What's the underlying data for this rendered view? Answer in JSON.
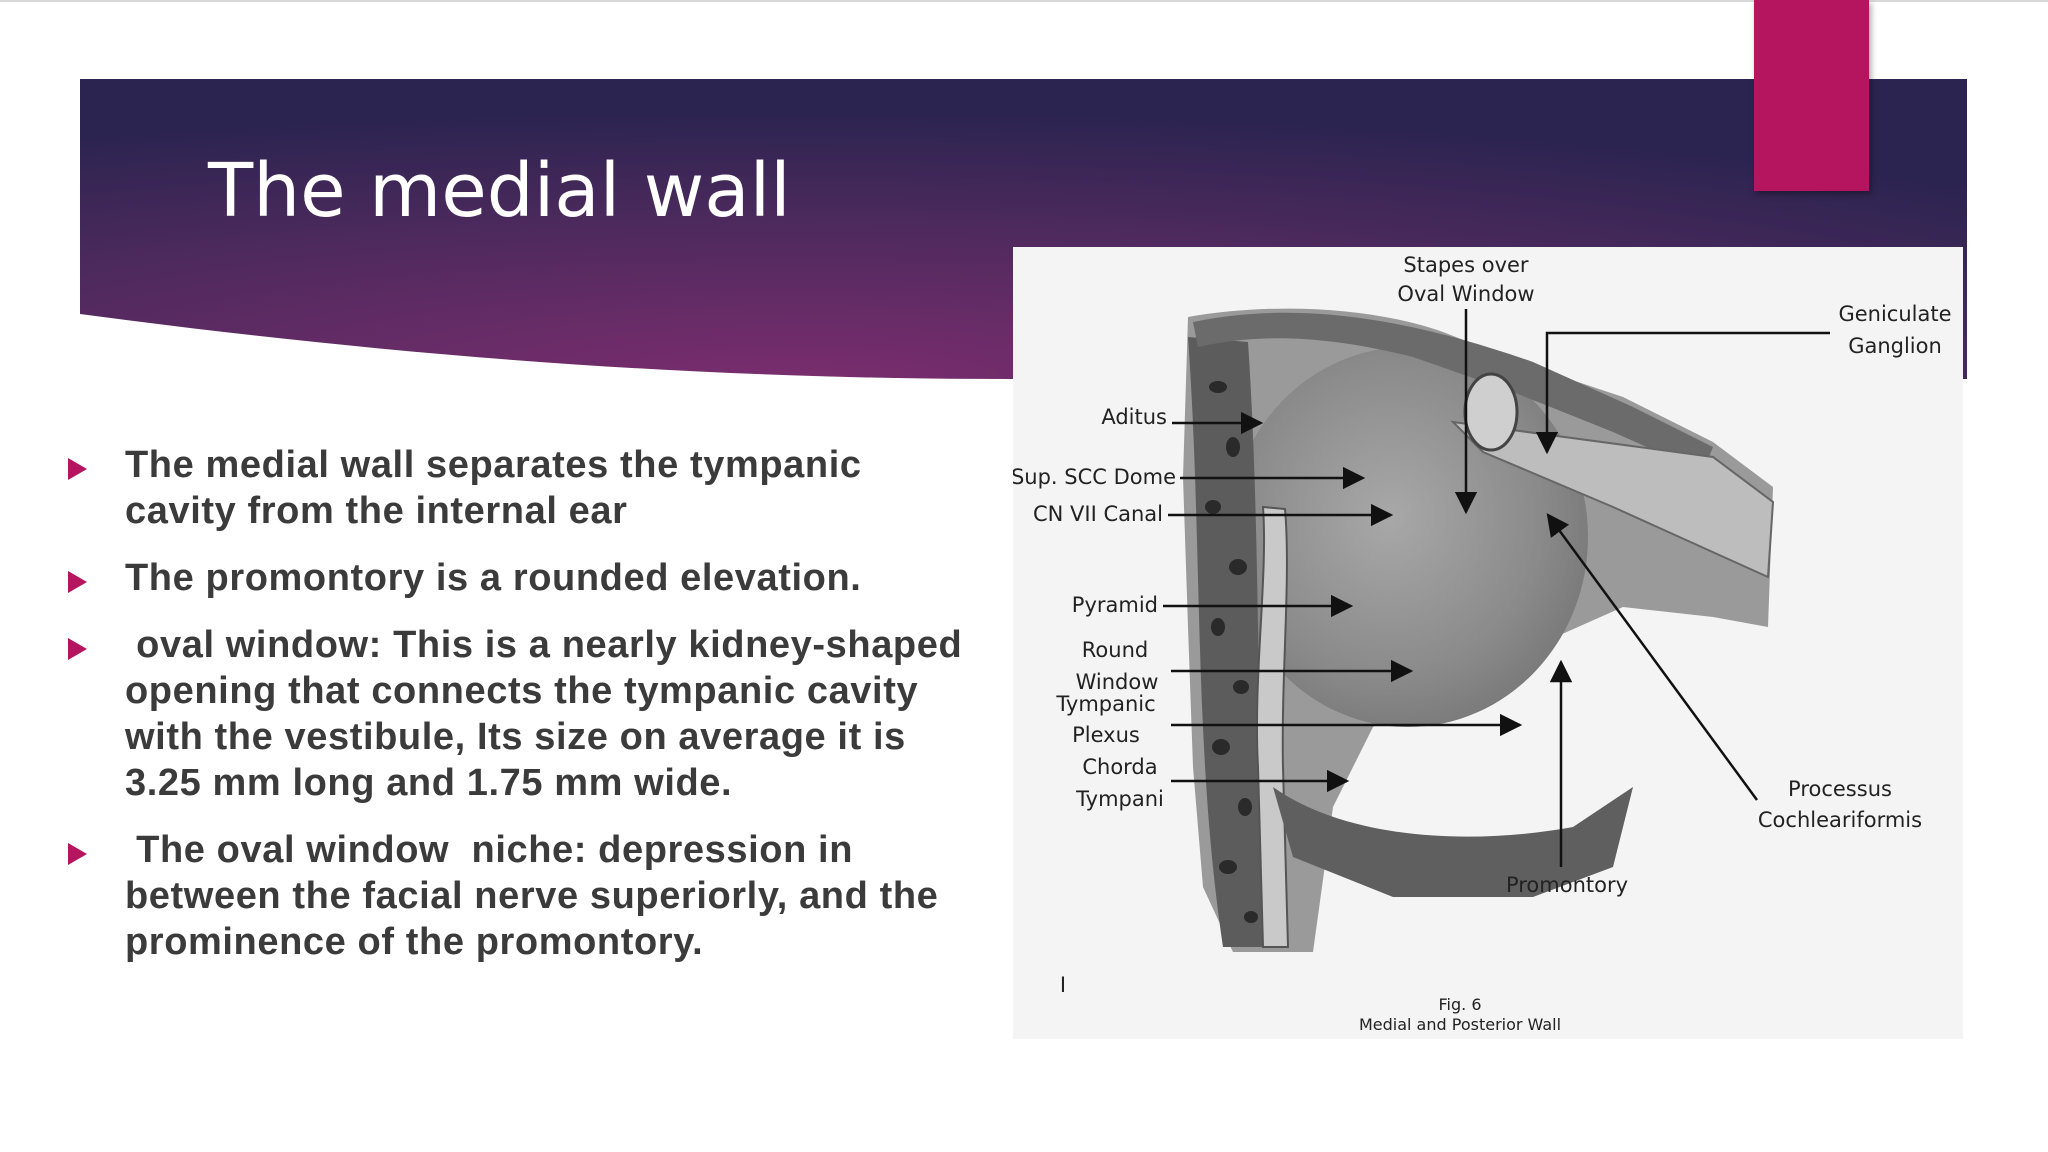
{
  "slide": {
    "title": "The medial wall",
    "colors": {
      "banner_dark": "#2b2450",
      "banner_mid": "#6a2a68",
      "accent": "#b5155e",
      "text": "#3b3b3b"
    }
  },
  "bullets": [
    {
      "text": "The medial wall separates the tympanic cavity from the internal ear"
    },
    {
      "text": "The promontory is a rounded elevation."
    },
    {
      "text": " oval window: This is a nearly kidney-shaped opening that connects the tympanic cavity with the vestibule, Its size on average it is 3.25 mm long and 1.75 mm wide."
    },
    {
      "text": " The oval window  niche: depression in between the facial nerve superiorly, and the prominence of the promontory."
    }
  ],
  "figure": {
    "labels": {
      "stapes_l1": "Stapes over",
      "stapes_l2": "Oval Window",
      "geniculate_l1": "Geniculate",
      "geniculate_l2": "Ganglion",
      "aditus": "Aditus",
      "sup_scc": "Sup. SCC Dome",
      "cn_vii": "CN VII Canal",
      "pyramid": "Pyramid",
      "round_l1": "Round",
      "round_l2": "Window",
      "tympanic_l1": "Tympanic",
      "tympanic_l2": "Plexus",
      "chorda_l1": "Chorda",
      "chorda_l2": "Tympani",
      "processus_l1": "Processus",
      "processus_l2": "Cochleariformis",
      "promontory": "Promontory",
      "marker": "I"
    },
    "caption_l1": "Fig. 6",
    "caption_l2": "Medial and Posterior Wall"
  }
}
